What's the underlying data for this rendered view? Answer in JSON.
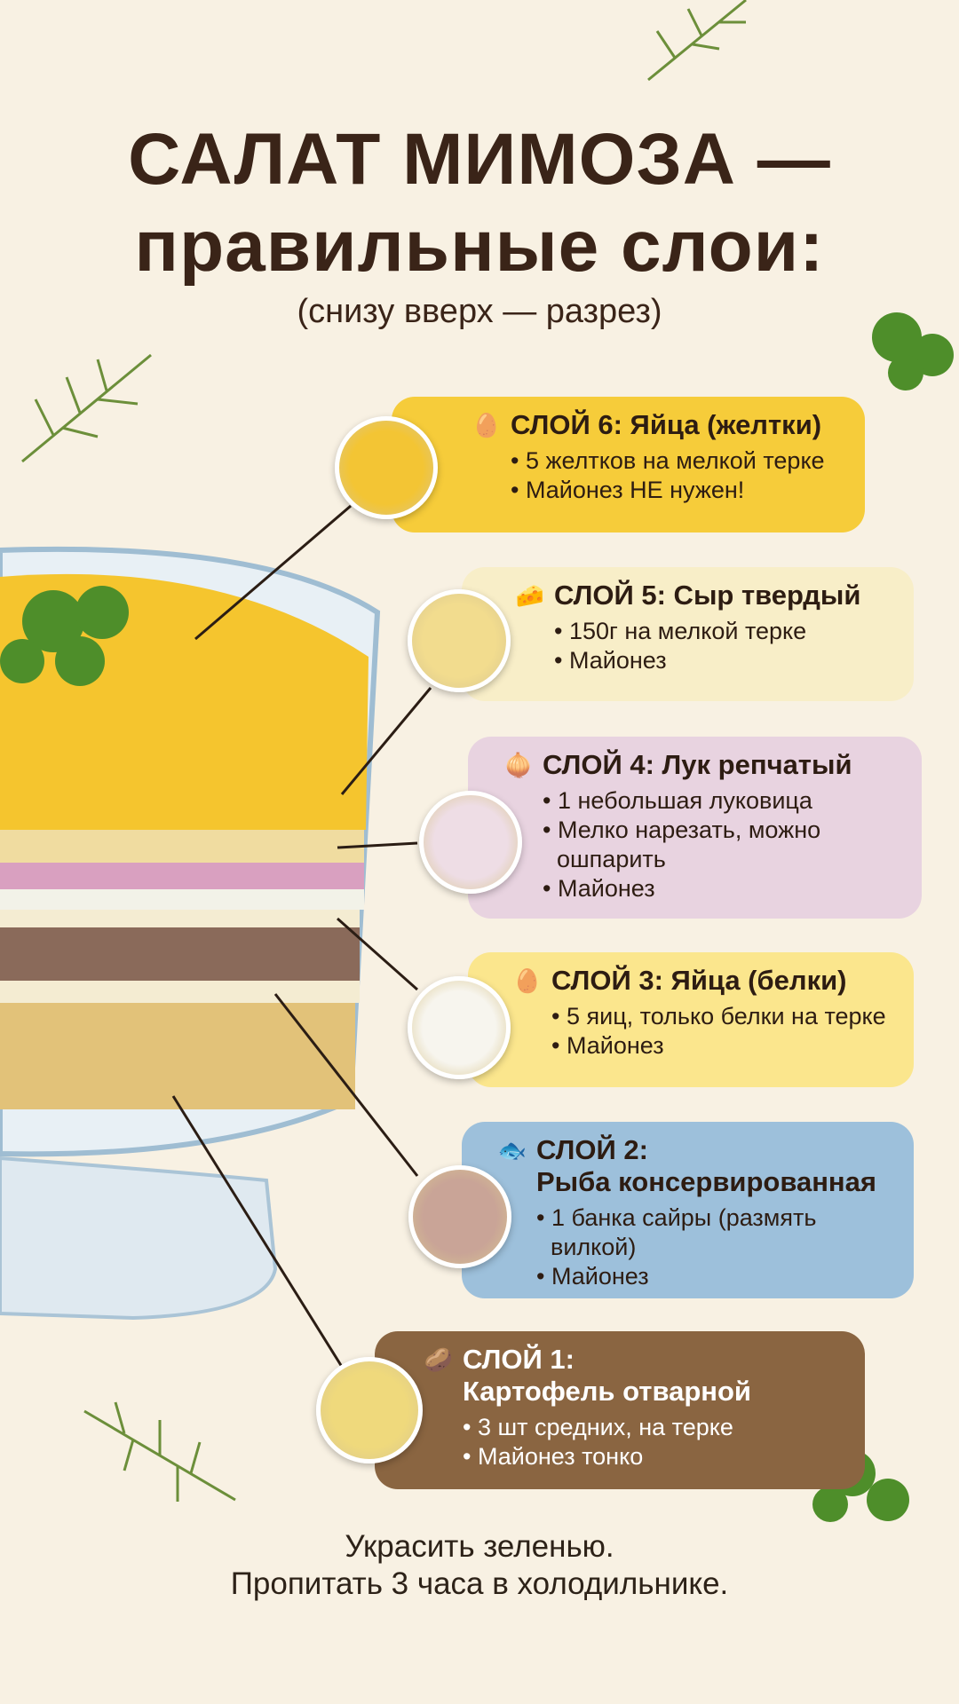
{
  "title_line1": "САЛАТ МИМОЗА —",
  "title_line2": "правильные слои:",
  "subtitle": "(снизу вверх — разрез)",
  "layers": [
    {
      "icon": "egg-icon",
      "title": "СЛОЙ 6: Яйца (желтки)",
      "items": [
        "5 желтков на мелкой терке",
        "Майонез НЕ нужен!"
      ],
      "color": "#f6cc3a"
    },
    {
      "icon": "cheese-icon",
      "title": "СЛОЙ 5: Сыр твердый",
      "items": [
        "150г на мелкой терке",
        "Майонез"
      ],
      "color": "#f8eec8"
    },
    {
      "icon": "onion-icon",
      "title": "СЛОЙ 4: Лук репчатый",
      "items": [
        "1 небольшая луковица",
        "Мелко нарезать, можно ошпарить",
        "Майонез"
      ],
      "color": "#e8d3e0"
    },
    {
      "icon": "egg-icon",
      "title": "СЛОЙ 3: Яйца (белки)",
      "items": [
        "5 яиц, только белки на терке",
        "Майонез"
      ],
      "color": "#fbe68d"
    },
    {
      "icon": "fish-icon",
      "title": "СЛОЙ 2:",
      "title2": "Рыба консервированная",
      "items": [
        "1 банка сайры (размять вилкой)",
        "Майонез"
      ],
      "color": "#9dc0db"
    },
    {
      "icon": "potato-icon",
      "title": "СЛОЙ 1:",
      "title2": "Картофель отварной",
      "items": [
        "3 шт средних, на терке",
        "Майонез тонко"
      ],
      "color": "#8a6541"
    }
  ],
  "footer_line1": "Украсить зеленью.",
  "footer_line2": "Пропитать 3 часа в холодильнике."
}
